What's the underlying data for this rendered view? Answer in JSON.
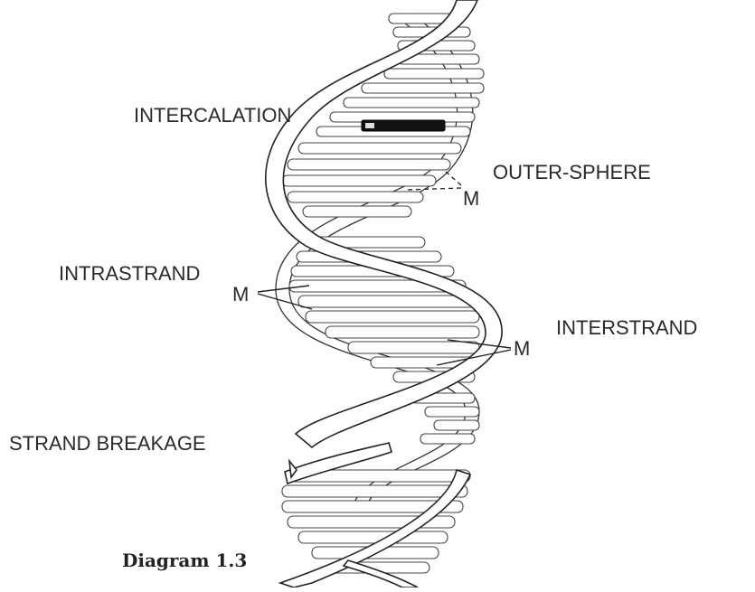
{
  "labels": {
    "intercalation": "INTERCALATION",
    "outer_sphere": "OUTER-SPHERE",
    "intrastrand": "INTRASTRAND",
    "interstrand": "INTERSTRAND",
    "strand_breakage": "STRAND BREAKAGE",
    "metal": "M"
  },
  "caption": "Diagram 1.3"
}
